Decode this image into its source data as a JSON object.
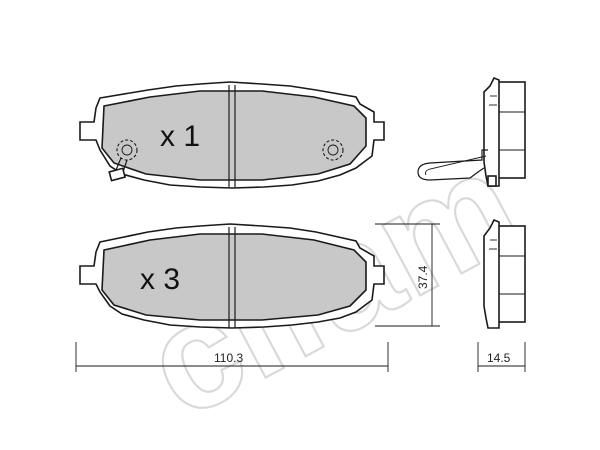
{
  "watermark": {
    "text": "cifam",
    "color": "#d9d9d9"
  },
  "pads": {
    "top_quantity": "x 1",
    "bottom_quantity": "x 3",
    "pad_color": "#c8c8c8",
    "line_color": "#1a1a1a"
  },
  "dimensions": {
    "width": "110.3",
    "height": "37.4",
    "thickness": "14.5"
  }
}
